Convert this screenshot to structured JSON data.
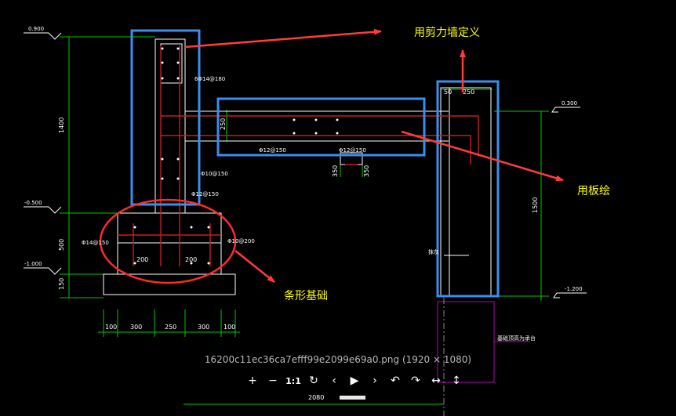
{
  "viewer": {
    "caption": "16200c11ec36ca7efff99e2099e69a0.png (1920 × 1080)",
    "toolbar": {
      "zoom_in": "+",
      "zoom_out": "−",
      "actual_size": "1:1",
      "rotate": "↻",
      "previous": "‹",
      "play": "▶",
      "next": "›",
      "undo": "↶",
      "redo": "↷",
      "fit_width": "↔",
      "fit_height": "↕"
    }
  },
  "drawing": {
    "annotations": {
      "wall": "用剪力墙定义",
      "slab": "用板绘",
      "footing": "条形基础"
    },
    "elevations": {
      "top_left": "0.900",
      "mid_left": "-0.500",
      "low_left": "-1.000",
      "right_top": "0.300",
      "right_bottom": "-1.200"
    },
    "rebar_labels": {
      "wall_vertical": "6Φ14@180",
      "wall_horizontal": "Φ10@150",
      "wall_tie": "Φ12@150",
      "slab_left": "Φ12@150",
      "slab_right": "Φ12@150",
      "footing_left": "Φ14@150",
      "footing_right": "Φ10@200",
      "right_wall_note": "抹灰",
      "pile_cap_note": "基础顶高为承台"
    },
    "dimensions": {
      "wall_height": "1400",
      "footing_height": "500",
      "footing_base": "150",
      "right_height": "1500",
      "slab_thickness": "250",
      "right_wall_a": "50",
      "right_wall_b": "250",
      "haunch_a": "350",
      "haunch_b": "350",
      "footing_inner_left": "200",
      "footing_inner_right": "200",
      "bottom_segments": [
        "100",
        "300",
        "250",
        "300",
        "100"
      ],
      "total_span": "2080"
    }
  },
  "colors": {
    "highlight_box": "#3a8ef0",
    "callout_ellipse": "#ff2b2b",
    "arrow": "#ff3b3b",
    "annotation_text": "#ffff00",
    "dimension_line": "#00c800",
    "rebar": "#c81e1e",
    "section_line": "#ffffff",
    "pile_cap": "#c000c0"
  }
}
